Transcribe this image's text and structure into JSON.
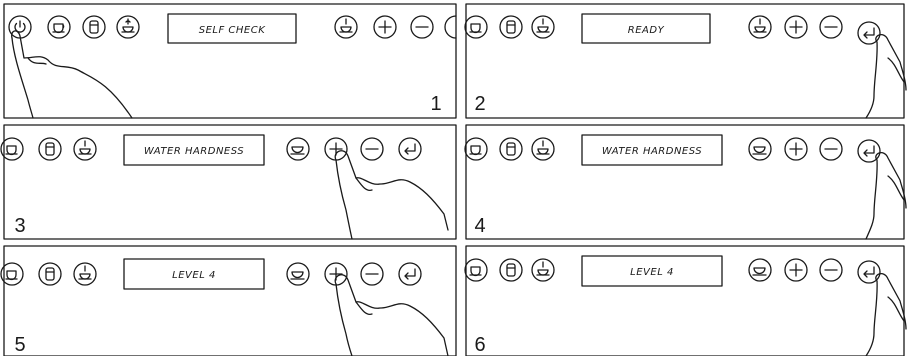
{
  "panels": [
    {
      "step": "1",
      "display": "SELF CHECK"
    },
    {
      "step": "2",
      "display": "READY"
    },
    {
      "step": "3",
      "display": "WATER HARDNESS"
    },
    {
      "step": "4",
      "display": "WATER HARDNESS"
    },
    {
      "step": "5",
      "display": "LEVEL 4"
    },
    {
      "step": "6",
      "display": "LEVEL 4"
    }
  ],
  "colors": {
    "stroke": "#1a1a1a",
    "background": "#ffffff"
  },
  "icons": [
    "power-icon",
    "cup-icon",
    "mug-icon",
    "steam-icon",
    "plus-icon",
    "minus-icon",
    "enter-icon",
    "pointing-hand-icon"
  ]
}
